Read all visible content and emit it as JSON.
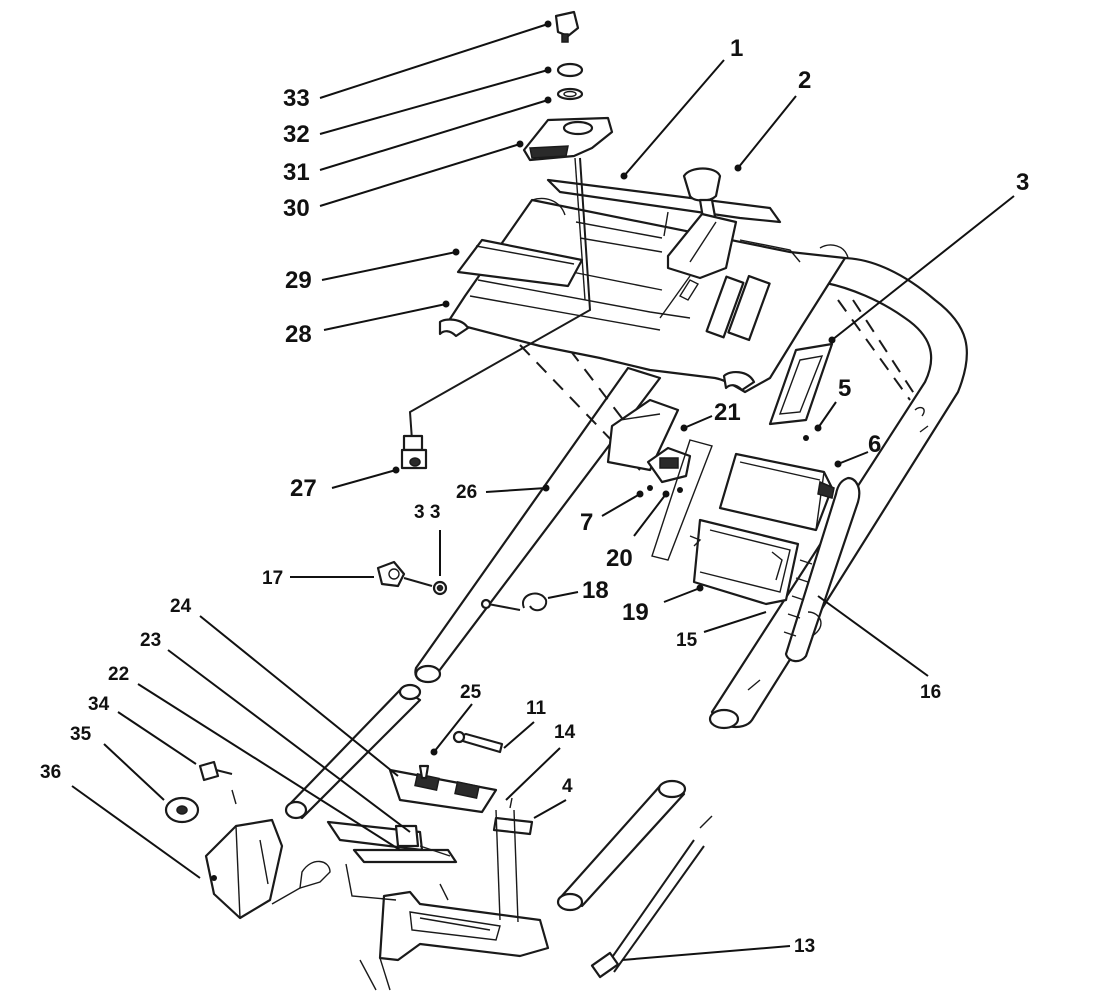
{
  "callouts": [
    {
      "id": "c1",
      "text": "1"
    },
    {
      "id": "c2",
      "text": "2"
    },
    {
      "id": "c3",
      "text": "3"
    },
    {
      "id": "c4",
      "text": "4"
    },
    {
      "id": "c5",
      "text": "5"
    },
    {
      "id": "c6",
      "text": "6"
    },
    {
      "id": "c7",
      "text": "7"
    },
    {
      "id": "c11",
      "text": "11"
    },
    {
      "id": "c13",
      "text": "13"
    },
    {
      "id": "c14",
      "text": "14"
    },
    {
      "id": "c15",
      "text": "15"
    },
    {
      "id": "c16",
      "text": "16"
    },
    {
      "id": "c17",
      "text": "17"
    },
    {
      "id": "c18",
      "text": "18"
    },
    {
      "id": "c19",
      "text": "19"
    },
    {
      "id": "c20",
      "text": "20"
    },
    {
      "id": "c21",
      "text": "21"
    },
    {
      "id": "c22",
      "text": "22"
    },
    {
      "id": "c23",
      "text": "23"
    },
    {
      "id": "c24",
      "text": "24"
    },
    {
      "id": "c25",
      "text": "25"
    },
    {
      "id": "c26",
      "text": "26"
    },
    {
      "id": "c27",
      "text": "27"
    },
    {
      "id": "c28",
      "text": "28"
    },
    {
      "id": "c29",
      "text": "29"
    },
    {
      "id": "c30",
      "text": "30"
    },
    {
      "id": "c31",
      "text": "31"
    },
    {
      "id": "c32",
      "text": "32"
    },
    {
      "id": "c33a",
      "text": "33"
    },
    {
      "id": "c33b",
      "text": "3 3"
    },
    {
      "id": "c34",
      "text": "34"
    },
    {
      "id": "c35",
      "text": "35"
    },
    {
      "id": "c36",
      "text": "36"
    }
  ]
}
